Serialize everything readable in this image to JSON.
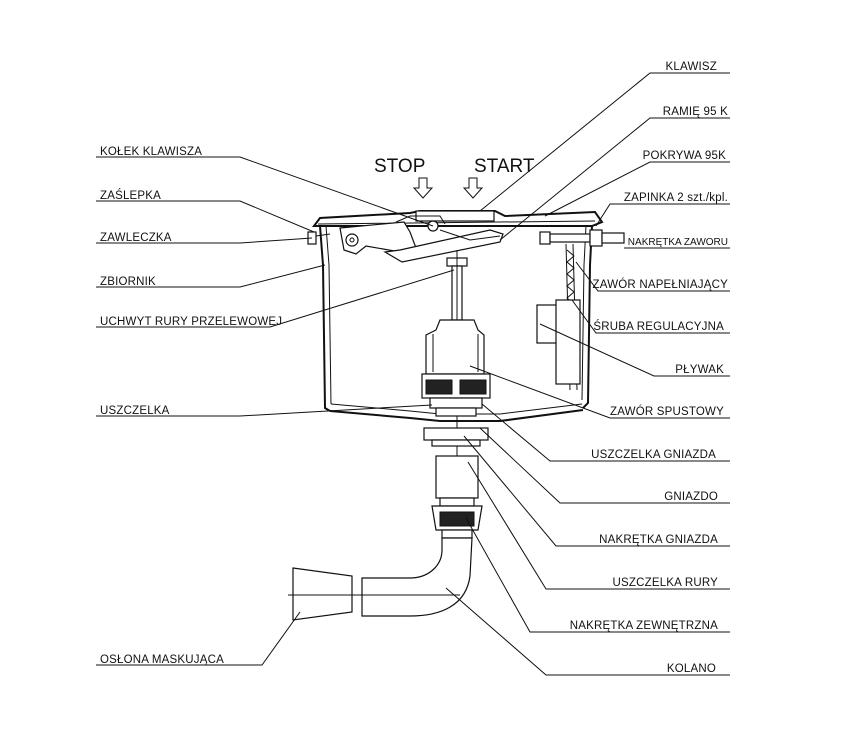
{
  "arrows": {
    "stop": "STOP",
    "start": "START"
  },
  "labels_left": {
    "kolek_klawisza": "KOŁEK KLAWISZA",
    "zaslepka": "ZAŚLEPKA",
    "zawleczka": "ZAWLECZKA",
    "zbiornik": "ZBIORNIK",
    "uchwyt_rury": "UCHWYT RURY PRZELEWOWEJ",
    "uszczelka": "USZCZELKA",
    "oslona": "OSŁONA MASKUJĄCA"
  },
  "labels_right": {
    "klawisz": "KLAWISZ",
    "ramie": "RAMIĘ 95 K",
    "pokrywa": "POKRYWA 95K",
    "zapinka": "ZAPINKA 2 szt./kpl.",
    "nakretka_zaworu": "NAKRĘTKA ZAWORU",
    "zawor_napelniajacy": "ZAWÓR  NAPEŁNIAJĄCY",
    "sruba": "ŚRUBA REGULACYJNA",
    "plywak": "PŁYWAK",
    "zawor_spustowy": "ZAWÓR SPUSTOWY",
    "uszczelka_gniazda": "USZCZELKA GNIAZDA",
    "gniazdo": "GNIAZDO",
    "nakretka_gniazda": "NAKRĘTKA GNIAZDA",
    "uszczelka_rury": "USZCZELKA RURY",
    "nakretka_zewnetrzna": "NAKRĘTKA ZEWNĘTRZNA",
    "kolano": "KOLANO"
  }
}
